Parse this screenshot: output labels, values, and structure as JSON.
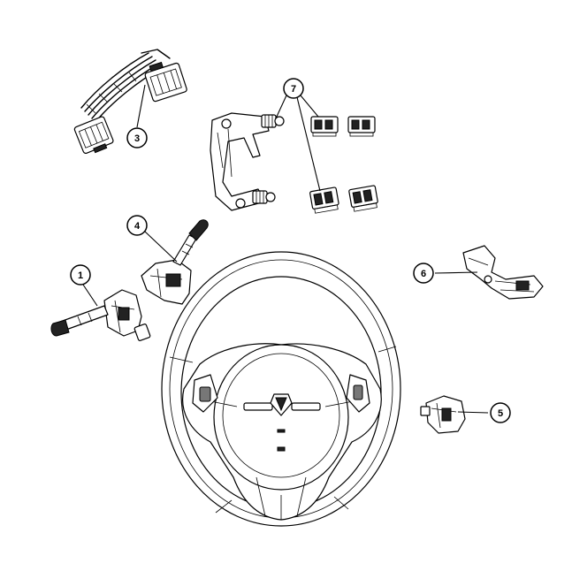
{
  "callouts": [
    {
      "id": "1",
      "label": "1"
    },
    {
      "id": "3",
      "label": "3"
    },
    {
      "id": "4",
      "label": "4"
    },
    {
      "id": "5",
      "label": "5"
    },
    {
      "id": "6",
      "label": "6"
    },
    {
      "id": "7",
      "label": "7"
    }
  ],
  "parts": [
    {
      "callout": "1",
      "depicts": "multifunction-switch"
    },
    {
      "callout": "3",
      "depicts": "wiring-harness"
    },
    {
      "callout": "4",
      "depicts": "wiper-switch"
    },
    {
      "callout": "5",
      "depicts": "speed-control-switch"
    },
    {
      "callout": "6",
      "depicts": "clockspring"
    },
    {
      "callout": "7",
      "depicts": "steering-wheel-switches"
    }
  ],
  "colors": {
    "line": "#000000",
    "background": "#ffffff",
    "shade": "#777777"
  }
}
